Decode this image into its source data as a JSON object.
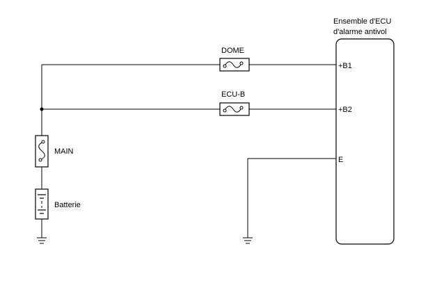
{
  "ecu": {
    "title_line1": "Ensemble d'ECU",
    "title_line2": "d'alarme antivol",
    "pins": {
      "b1": "+B1",
      "b2": "+B2",
      "e": "E"
    }
  },
  "fuses": {
    "dome": "DOME",
    "ecu_b": "ECU-B",
    "main": "MAIN"
  },
  "battery": {
    "label": "Batterie"
  }
}
